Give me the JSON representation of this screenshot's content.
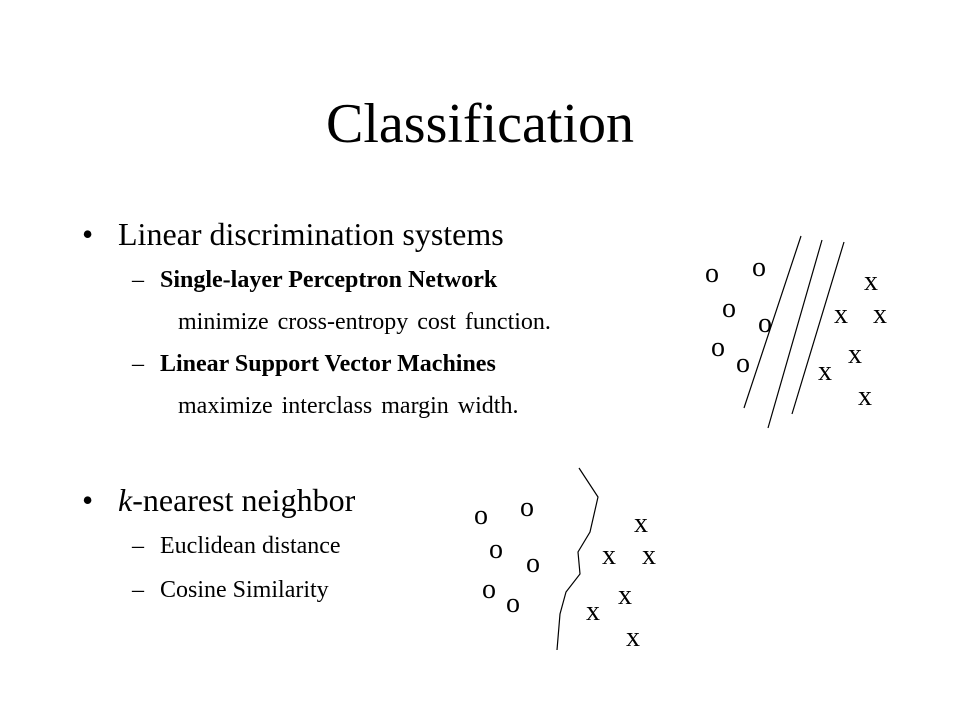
{
  "title": "Classification",
  "bullets": [
    {
      "text": "Linear discrimination systems",
      "subitems": [
        {
          "label": "Single-layer Perceptron Network",
          "detail": "minimize cross-entropy cost function."
        },
        {
          "label": "Linear Support Vector Machines",
          "detail": "maximize interclass margin width."
        }
      ]
    },
    {
      "text_italic": "k",
      "text_rest": "-nearest neighbor",
      "subitems": [
        {
          "label": "Euclidean distance"
        },
        {
          "label": "Cosine Similarity"
        }
      ]
    }
  ],
  "symbols": {
    "bullet": "•",
    "dash": "–",
    "class_o": "o",
    "class_x": "x"
  }
}
